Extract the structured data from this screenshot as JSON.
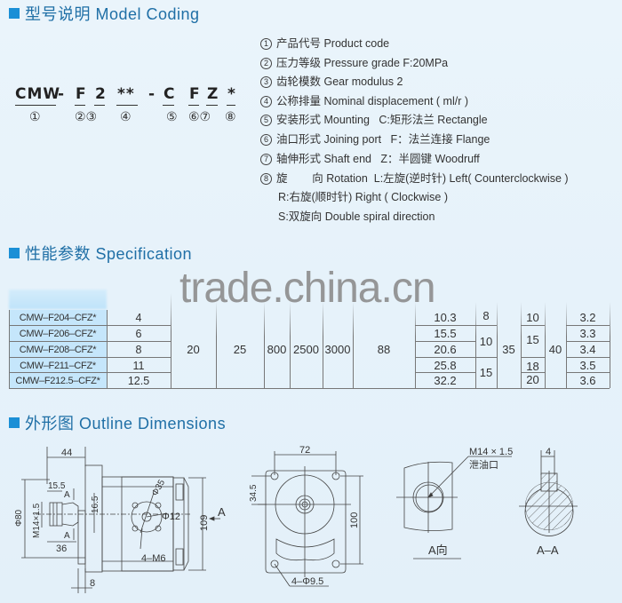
{
  "sections": {
    "model_coding": {
      "title": "型号说明 Model Coding"
    },
    "specification": {
      "title": "性能参数 Specification"
    },
    "outline": {
      "title": "外形图 Outline Dimensions"
    }
  },
  "model_code": {
    "segments": [
      "CMW",
      "-",
      "F",
      "2",
      "**",
      "-",
      "C",
      "F",
      "Z",
      "*"
    ],
    "numbers": [
      "①",
      "②③",
      "④",
      "⑤",
      "⑥⑦",
      "⑧"
    ]
  },
  "descriptions": [
    {
      "num": "1",
      "text": "产品代号 Product code"
    },
    {
      "num": "2",
      "text": "压力等级 Pressure grade F:20MPa"
    },
    {
      "num": "3",
      "text": "齿轮模数 Gear modulus 2"
    },
    {
      "num": "4",
      "text": "公称排量 Nominal displacement ( ml/r )"
    },
    {
      "num": "5",
      "text": "安装形式 Mounting   C:矩形法兰 Rectangle"
    },
    {
      "num": "6",
      "text": "油口形式 Joining port   F：法兰连接 Flange"
    },
    {
      "num": "7",
      "text": "轴伸形式 Shaft end   Z：半圆键 Woodruff"
    },
    {
      "num": "8",
      "text": "旋        向 Rotation  L:左旋(逆时针) Left( Counterclockwise )"
    },
    {
      "num": "",
      "text": "R:右旋(顺时针) Right ( Clockwise )"
    },
    {
      "num": "",
      "text": "S:双旋向 Double spiral direction"
    }
  ],
  "watermark": "trade.china.cn",
  "spec_table": {
    "models": [
      "CMW–F204–CFZ*",
      "CMW–F206–CFZ*",
      "CMW–F208–CFZ*",
      "CMW–F211–CFZ*",
      "CMW–F212.5–CFZ*"
    ],
    "displacement": [
      "4",
      "6",
      "8",
      "11",
      "12.5"
    ],
    "rated_pressure": "20",
    "max_pressure": "25",
    "min_speed": "800",
    "rated_speed": "2500",
    "max_speed": "3000",
    "efficiency": "88",
    "col9": [
      "10.3",
      "15.5",
      "20.6",
      "25.8",
      "32.2"
    ],
    "col10": [
      "8",
      "10",
      "15"
    ],
    "col11": "35",
    "col12": [
      "10",
      "15",
      "18",
      "20"
    ],
    "col13": "40",
    "col14": [
      "3.2",
      "3.3",
      "3.4",
      "3.5",
      "3.6"
    ]
  },
  "drawings": {
    "side": {
      "d44": "44",
      "d15_5": "15.5",
      "d16_5": "16.5",
      "phi80": "Φ80",
      "m14": "M14×1.5",
      "d36": "36",
      "phi35": "Φ35",
      "phi12": "Φ12",
      "m6": "4–M6",
      "d109": "109",
      "d8": "8",
      "arrow_a": "A",
      "sec_a": "A"
    },
    "front": {
      "d72": "72",
      "d34_5": "34.5",
      "d100": "100",
      "phi9_5": "4–Φ9.5"
    },
    "view_a": {
      "thread": "M14 × 1.5",
      "drain": "泄油口",
      "label": "A向"
    },
    "section": {
      "d4": "4",
      "label": "A–A"
    }
  }
}
